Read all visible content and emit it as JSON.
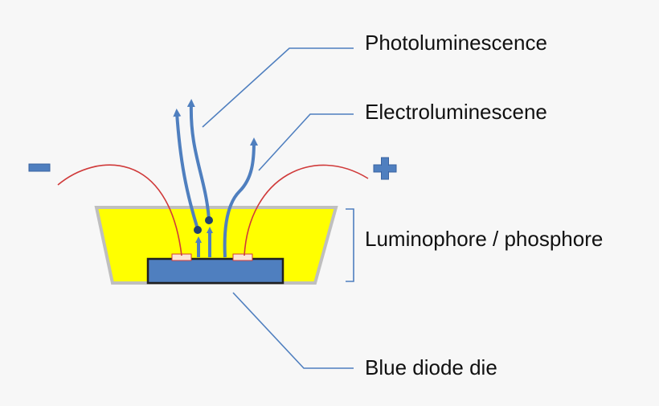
{
  "labels": {
    "photoluminescence": "Photoluminescence",
    "electroluminescence": "Electroluminescene",
    "phosphor": "Luminophore / phosphore",
    "die": "Blue diode die"
  },
  "icons": {
    "negative": "minus-icon",
    "positive": "plus-icon"
  },
  "colors": {
    "background": "#f7f7f7",
    "phosphor_fill": "#ffff00",
    "phosphor_border": "#bfbfbf",
    "die_fill": "#4f7fbf",
    "die_border": "#1f1f1f",
    "wire": "#d03a3a",
    "arrow": "#4f7fbf",
    "leader_line": "#4f7fbf",
    "pad": "#fbe5d6",
    "terminal": "#4f7fbf"
  }
}
